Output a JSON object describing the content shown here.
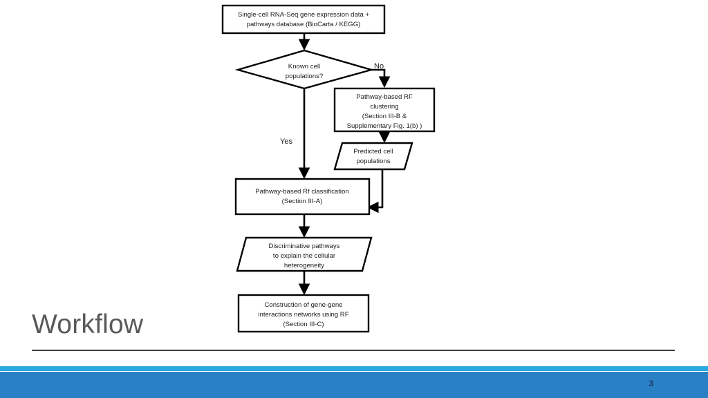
{
  "slide": {
    "title": "Workflow",
    "page_number": "3",
    "accent_color": "#2980C4",
    "accent_light_color": "#2BA8E0",
    "title_color": "#595959"
  },
  "chart_data": {
    "type": "diagram",
    "title": "Workflow",
    "nodes": [
      {
        "id": "input",
        "shape": "rectangle",
        "lines": [
          "Single-cell RNA-Seq gene expression data +",
          "pathways database (BioCarta / KEGG)"
        ]
      },
      {
        "id": "decision",
        "shape": "diamond",
        "lines": [
          "Known cell",
          "populations?"
        ]
      },
      {
        "id": "rf-clustering",
        "shape": "rectangle",
        "lines": [
          "Pathway-based RF",
          "clustering",
          "(Section III-B &",
          "Supplementary Fig. 1(b) )"
        ]
      },
      {
        "id": "predicted-populations",
        "shape": "parallelogram",
        "lines": [
          "Predicted cell",
          "populations"
        ]
      },
      {
        "id": "rf-classification",
        "shape": "rectangle",
        "lines": [
          "Pathway-based Rf classification",
          "(Section III-A)"
        ]
      },
      {
        "id": "discriminative-pathways",
        "shape": "parallelogram",
        "lines": [
          "Discriminative pathways",
          "to explain the cellular",
          "heterogeneity"
        ]
      },
      {
        "id": "gene-networks",
        "shape": "rectangle",
        "lines": [
          "Construction of gene-gene",
          "interactions networks using RF",
          "(Section III-C)"
        ]
      }
    ],
    "edges": [
      {
        "from": "input",
        "to": "decision",
        "label": ""
      },
      {
        "from": "decision",
        "to": "rf-clustering",
        "label": "No"
      },
      {
        "from": "decision",
        "to": "rf-classification",
        "label": "Yes"
      },
      {
        "from": "rf-clustering",
        "to": "predicted-populations",
        "label": ""
      },
      {
        "from": "predicted-populations",
        "to": "rf-classification",
        "label": ""
      },
      {
        "from": "rf-classification",
        "to": "discriminative-pathways",
        "label": ""
      },
      {
        "from": "discriminative-pathways",
        "to": "gene-networks",
        "label": ""
      }
    ],
    "edge_labels": {
      "no": "No",
      "yes": "Yes"
    }
  },
  "flow": {
    "input": {
      "line1": "Single-cell RNA-Seq gene expression data +",
      "line2": "pathways database (BioCarta / KEGG)"
    },
    "decision": {
      "line1": "Known cell",
      "line2": "populations?"
    },
    "rf_clustering": {
      "line1": "Pathway-based RF",
      "line2": "clustering",
      "line3": "(Section III-B &",
      "line4": "Supplementary Fig. 1(b) )"
    },
    "predicted": {
      "line1": "Predicted cell",
      "line2": "populations"
    },
    "classification": {
      "line1": "Pathway-based Rf classification",
      "line2": "(Section III-A)"
    },
    "discriminative": {
      "line1": "Discriminative pathways",
      "line2": "to explain the cellular",
      "line3": "heterogeneity"
    },
    "networks": {
      "line1": "Construction of gene-gene",
      "line2": "interactions networks using RF",
      "line3": "(Section III-C)"
    },
    "label_no": "No",
    "label_yes": "Yes"
  }
}
